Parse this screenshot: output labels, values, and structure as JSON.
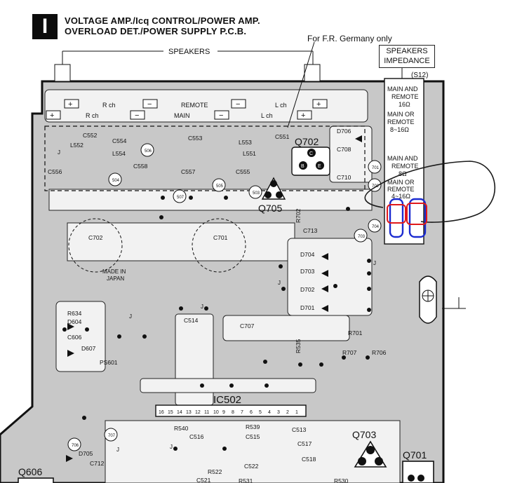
{
  "header": {
    "section_mark": "I",
    "title_line1": "VOLTAGE AMP./Icq CONTROL/POWER AMP.",
    "title_line2": "OVERLOAD DET./POWER SUPPLY P.C.B."
  },
  "notes": {
    "germany": "For F.R. Germany only",
    "speakers": "SPEAKERS",
    "impedance_line1": "SPEAKERS",
    "impedance_line2": "IMPEDANCE",
    "s12": "(S12)"
  },
  "impedance_panel": {
    "opt1_line1": "MAIN AND",
    "opt1_line2": "REMOTE",
    "opt1_value": "16Ω",
    "opt2_line1": "MAIN OR",
    "opt2_line2": "REMOTE",
    "opt2_value": "8~16Ω",
    "opt3_line1": "MAIN AND",
    "opt3_line2": "REMOTE",
    "opt3_value": "8Ω",
    "opt4_line1": "MAIN OR",
    "opt4_line2": "REMOTE",
    "opt4_value": "4~16Ω"
  },
  "terminals": {
    "plus": "+",
    "minus": "−",
    "r_ch": "R ch",
    "l_ch": "L ch",
    "remote": "REMOTE",
    "main": "MAIN"
  },
  "transistors": {
    "q702": "Q702",
    "q705": "Q705",
    "q703": "Q703",
    "q701": "Q701",
    "q606": "Q606",
    "pin_c": "C",
    "pin_b": "B",
    "pin_e": "E"
  },
  "ic": {
    "label": "IC502",
    "pins": [
      "16",
      "15",
      "14",
      "13",
      "12",
      "11",
      "10",
      "9",
      "8",
      "7",
      "6",
      "5",
      "4",
      "3",
      "2",
      "1"
    ]
  },
  "components": {
    "c552": "C552",
    "l552": "L552",
    "c554": "C554",
    "l554": "L554",
    "c553": "C553",
    "l553": "L553",
    "l551": "L551",
    "c551": "C551",
    "c556": "C556",
    "c558": "C558",
    "c557": "C557",
    "c555": "C555",
    "c702": "C702",
    "c701": "C701",
    "c713": "C713",
    "c708": "C708",
    "c710": "C710",
    "c514": "C514",
    "c707": "C707",
    "c516": "C516",
    "c515": "C515",
    "c513": "C513",
    "c517": "C517",
    "c518": "C518",
    "c522": "C522",
    "c521": "C521",
    "c606": "C606",
    "c712": "C712",
    "d706": "D706",
    "d704": "D704",
    "d703": "D703",
    "d702": "D702",
    "d701": "D701",
    "d604": "D604",
    "d607": "D607",
    "d705": "D705",
    "r702": "R702",
    "r701": "R701",
    "r707": "R707",
    "r706": "R706",
    "r535": "R535",
    "r540": "R540",
    "r539": "R539",
    "r522": "R522",
    "r531": "R531",
    "r530": "R530",
    "r634": "R634",
    "ps601": "PS601",
    "made_in_1": "MADE IN",
    "made_in_2": "JAPAN",
    "p506": "506",
    "p504": "504",
    "p505": "505",
    "p503": "503",
    "p507": "507",
    "p701": "701",
    "p702": "702",
    "p703": "703",
    "p704": "704",
    "p706": "706",
    "p707": "707",
    "j": "J"
  },
  "overlay": {
    "ink_color": "#1a1a1a",
    "marker_red": "#e0191b",
    "marker_blue": "#1b2bd0"
  }
}
